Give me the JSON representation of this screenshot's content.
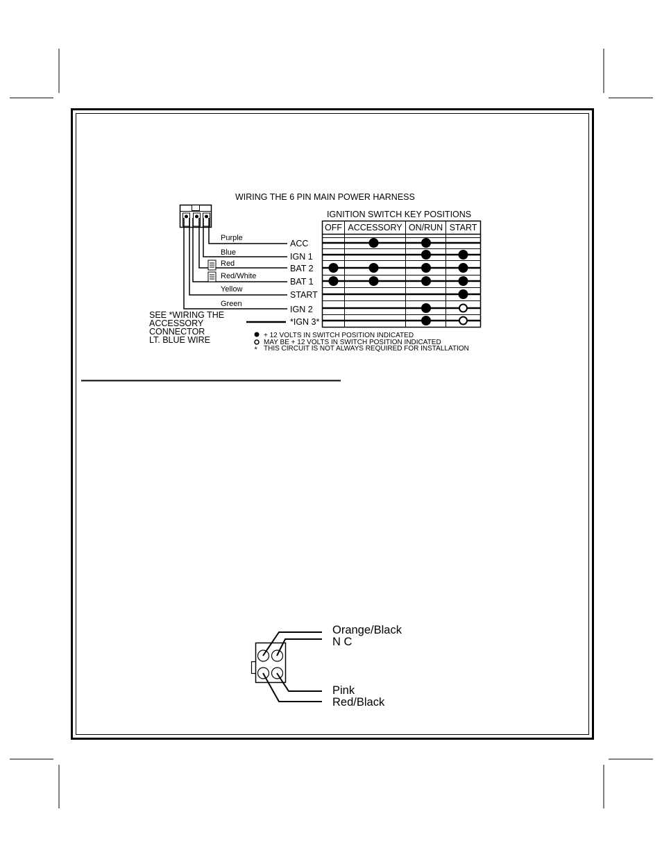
{
  "harness_diagram": {
    "title": "WIRING THE 6 PIN MAIN POWER HARNESS",
    "table_title": "IGNITION SWITCH KEY POSITIONS",
    "columns": [
      "OFF",
      "ACCESSORY",
      "ON/RUN",
      "START"
    ],
    "wires": [
      {
        "color": "Purple",
        "circuit": "ACC",
        "states": [
          "",
          "on",
          "on",
          ""
        ]
      },
      {
        "color": "Blue",
        "circuit": "IGN 1",
        "states": [
          "",
          "",
          "on",
          "on"
        ]
      },
      {
        "color": "Red",
        "circuit": "BAT 2",
        "states": [
          "on",
          "on",
          "on",
          "on"
        ]
      },
      {
        "color": "Red/White",
        "circuit": "BAT 1",
        "states": [
          "on",
          "on",
          "on",
          "on"
        ]
      },
      {
        "color": "Yellow",
        "circuit": "START",
        "states": [
          "",
          "",
          "",
          "on"
        ]
      },
      {
        "color": "Green",
        "circuit": "IGN 2",
        "states": [
          "",
          "",
          "on",
          "maybe"
        ]
      },
      {
        "color": "",
        "circuit": "*IGN 3*",
        "states": [
          "",
          "",
          "on",
          "maybe"
        ]
      }
    ],
    "side_note": [
      "SEE *WIRING THE",
      "ACCESSORY",
      "CONNECTOR",
      "LT. BLUE WIRE"
    ],
    "legend": [
      {
        "symbol": "filled-dot",
        "text": "+ 12 VOLTS IN SWITCH POSITION INDICATED"
      },
      {
        "symbol": "open-dot",
        "text": "MAY BE + 12 VOLTS IN SWITCH POSITION INDICATED"
      },
      {
        "symbol": "asterisk",
        "text": "THIS CIRCUIT IS NOT ALWAYS REQUIRED FOR INSTALLATION"
      }
    ]
  },
  "connector_diagram": {
    "labels": [
      "Orange/Black",
      "N C",
      "Pink",
      "Red/Black"
    ]
  }
}
